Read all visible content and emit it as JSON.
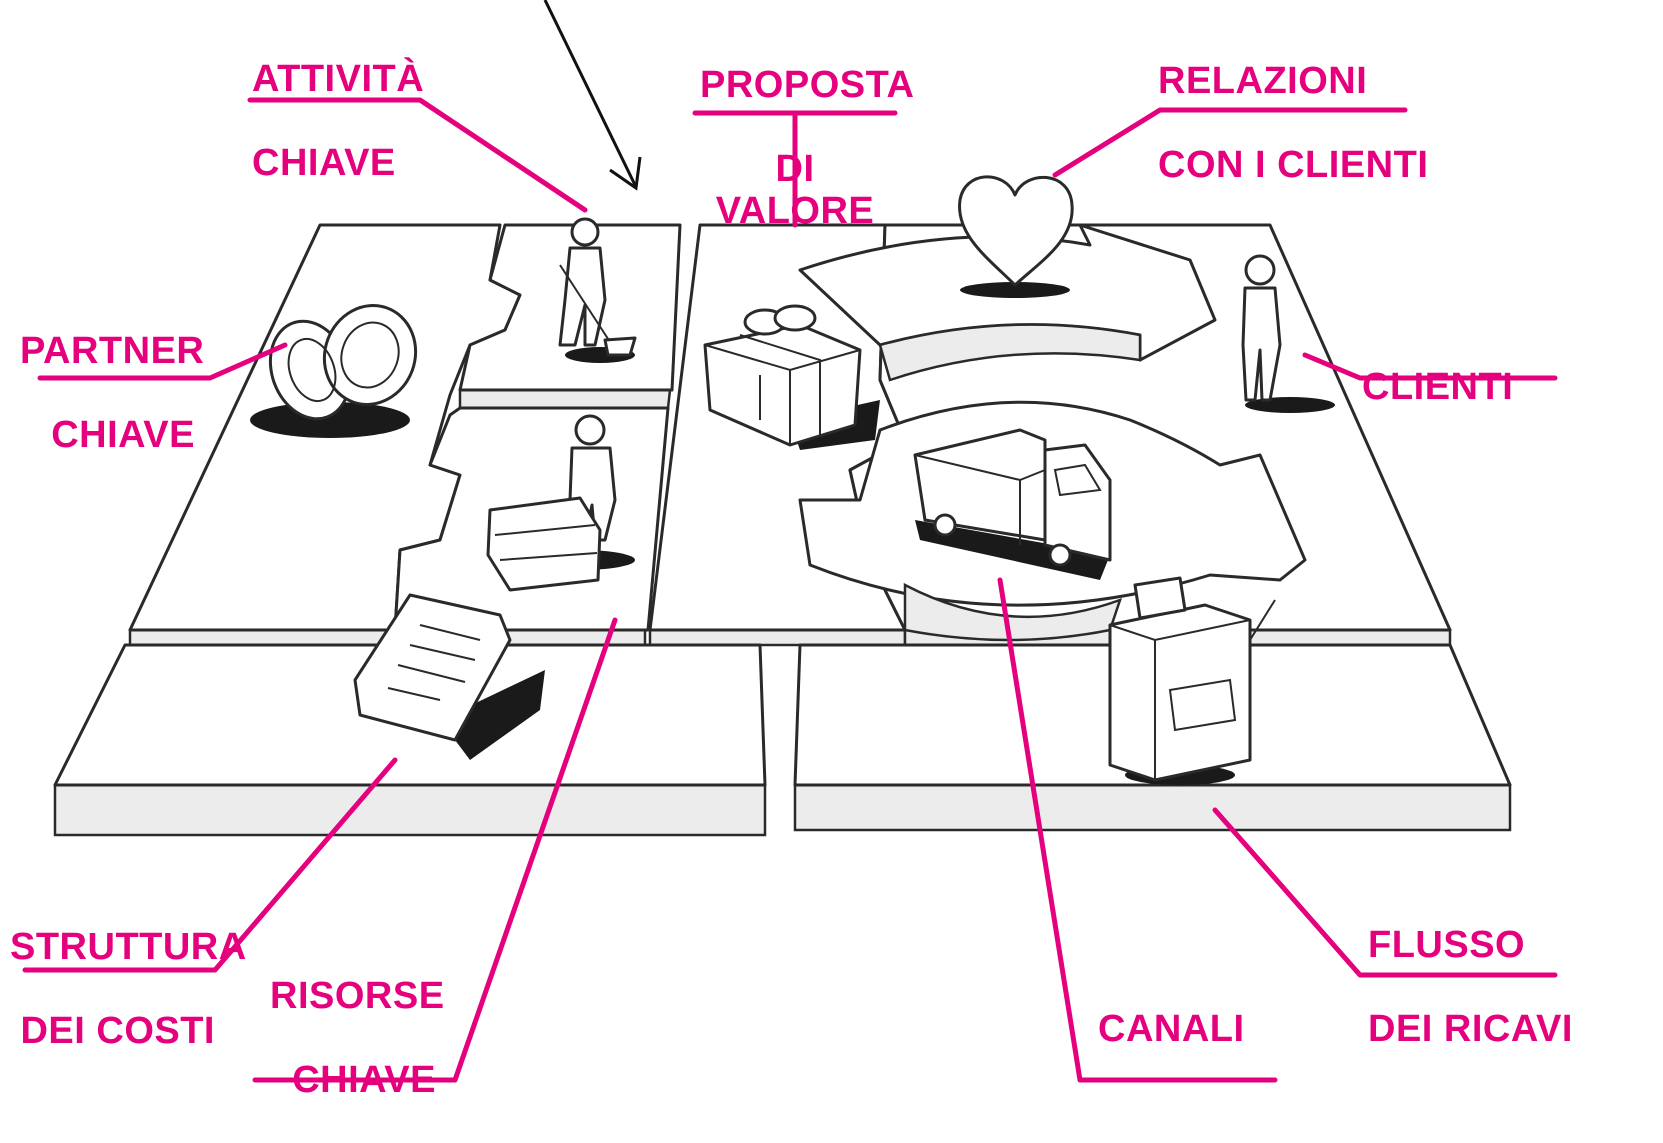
{
  "diagram": {
    "accent_color": "#e5007e",
    "sketch_color": "#2a2a2a",
    "labels": {
      "key_activities": [
        "ATTIVITÀ",
        "CHIAVE"
      ],
      "value_proposition": [
        "PROPOSTA",
        "DI VALORE"
      ],
      "customer_relationships": [
        "RELAZIONI",
        "CON I CLIENTI"
      ],
      "key_partners": [
        "PARTNER",
        "CHIAVE"
      ],
      "customer_segments": [
        "CLIENTI"
      ],
      "cost_structure": [
        "STRUTTURA",
        "DEI COSTI"
      ],
      "key_resources": [
        "RISORSE",
        "CHIAVE"
      ],
      "channels": [
        "CANALI"
      ],
      "revenue_streams": [
        "FLUSSO",
        "DEI RICAVI"
      ]
    },
    "illustrations": {
      "partners": "interlocked-rings-icon",
      "activities": "person-digging-icon",
      "resources": "person-with-machine-icon",
      "value": "gift-box-icon",
      "relationships": "heart-icon",
      "channels": "delivery-truck-icon",
      "customers": "standing-person-icon",
      "costs": "invoice-document-icon",
      "revenue": "cash-register-icon"
    }
  }
}
